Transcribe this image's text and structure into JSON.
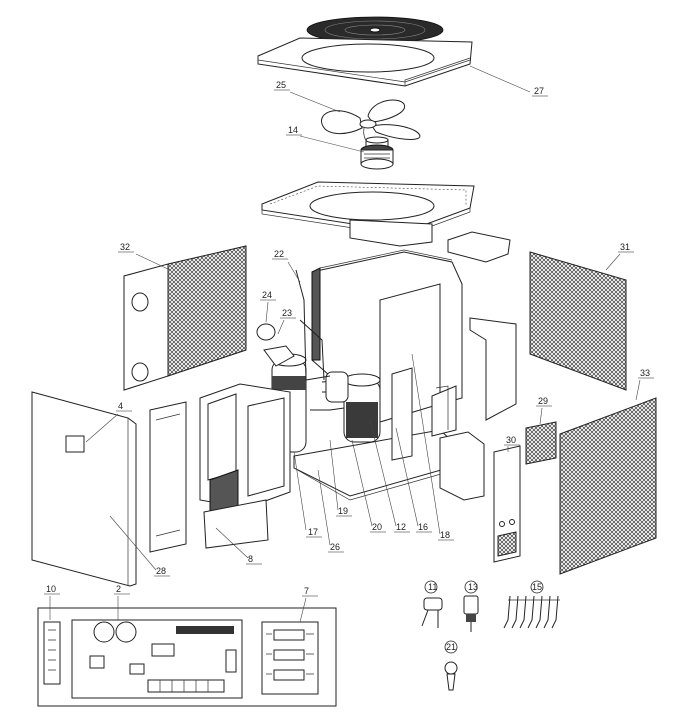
{
  "callouts": [
    {
      "id": "27",
      "label": "27"
    },
    {
      "id": "25",
      "label": "25"
    },
    {
      "id": "14",
      "label": "14"
    },
    {
      "id": "22",
      "label": "22"
    },
    {
      "id": "24",
      "label": "24"
    },
    {
      "id": "23",
      "label": "23"
    },
    {
      "id": "32",
      "label": "32"
    },
    {
      "id": "31",
      "label": "31"
    },
    {
      "id": "33",
      "label": "33"
    },
    {
      "id": "4",
      "label": "4"
    },
    {
      "id": "29",
      "label": "29"
    },
    {
      "id": "30",
      "label": "30"
    },
    {
      "id": "28",
      "label": "28"
    },
    {
      "id": "8",
      "label": "8"
    },
    {
      "id": "17",
      "label": "17"
    },
    {
      "id": "26",
      "label": "26"
    },
    {
      "id": "19",
      "label": "19"
    },
    {
      "id": "20",
      "label": "20"
    },
    {
      "id": "12",
      "label": "12"
    },
    {
      "id": "16",
      "label": "16"
    },
    {
      "id": "18",
      "label": "18"
    },
    {
      "id": "10",
      "label": "10"
    },
    {
      "id": "2",
      "label": "2"
    },
    {
      "id": "7",
      "label": "7"
    },
    {
      "id": "11",
      "label": "11"
    },
    {
      "id": "13",
      "label": "13"
    },
    {
      "id": "15",
      "label": "15"
    },
    {
      "id": "21",
      "label": "21"
    }
  ]
}
